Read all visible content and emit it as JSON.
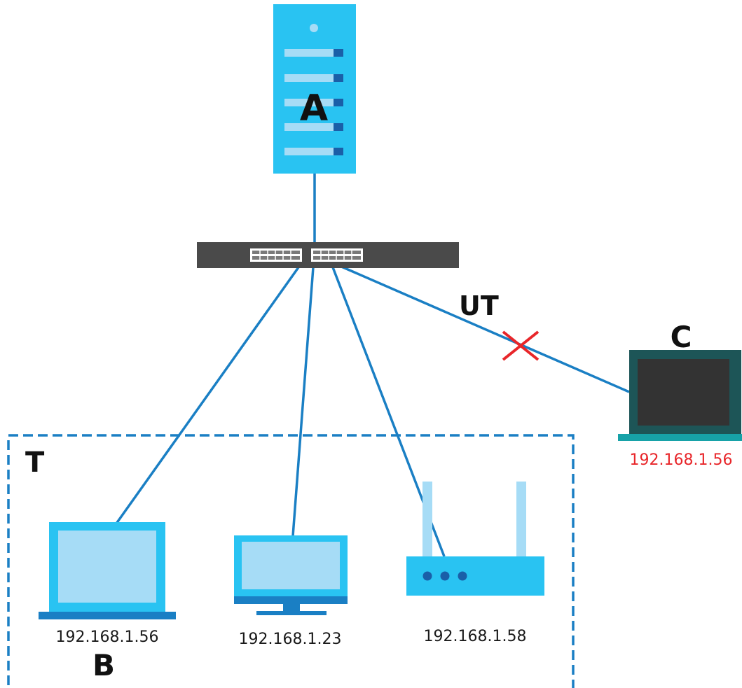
{
  "labels": {
    "server": "A",
    "untagged": "UT",
    "device_c": "C",
    "tagged_group": "T",
    "device_b": "B"
  },
  "devices": {
    "laptop_c_ip": "192.168.1.56",
    "laptop_b_ip": "192.168.1.56",
    "monitor_ip": "192.168.1.23",
    "router_ip": "192.168.1.58"
  },
  "colors": {
    "link": "#1a7fc4",
    "blocked": "#e8262a",
    "warning_ip": "#e8262a",
    "device_light": "#29c3f2",
    "device_screen": "#a6dcf6",
    "switch": "#4a4a4a",
    "laptop_c_body": "#1d5557",
    "dashed_box": "#1a7fc4"
  },
  "icons": [
    "server-icon",
    "switch-icon",
    "laptop-icon",
    "monitor-icon",
    "router-icon",
    "blocked-x-icon"
  ]
}
